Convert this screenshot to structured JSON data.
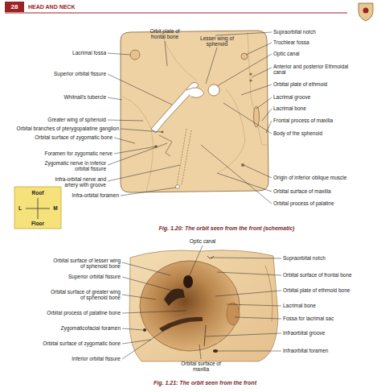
{
  "diagram": {
    "labels": [
      "28",
      "HEAD AND NECK",
      "Lacrimal fossa",
      "Superior orbital fissure",
      "Whitnall's tubercle",
      "Greater wing of sphenoid",
      "Orbital branches of pterygopalatine ganglion",
      "Orbital surface of zygomatic bone",
      "Foramen for zygomatic nerve",
      "Zygomatic nerve in inferior orbital fissure",
      "Infra-orbital nerve and artery with groove",
      "Infra-orbital foramen",
      "Orbit plate of frontal bone",
      "Lesser wing of sphenoid",
      "Supraorbital notch",
      "Trochlear fossa",
      "Optic canal",
      "Anterior and posterior Ethmoidal canal",
      "Orbital plate of ethmoid",
      "Lacrimal groove",
      "Lacrimal bone",
      "Frontal process of maxilla",
      "Body of the sphenoid",
      "Origin of inferior oblique muscle",
      "Orbital surface of maxilla",
      "Orbital process of palatine",
      "Roof",
      "L",
      "M",
      "Floor",
      "Fig. 1.20: The orbit seen from the front (schematic)",
      "Optic canal",
      "Orbital surface of lesser wing of sphenoid bone",
      "Superior orbital fissure",
      "Orbital surface of greater wing of sphenoid bone",
      "Orbital process of palatine bone",
      "Zygomaticofacial foramen",
      "Orbital surface of zygomatic bone",
      "Inferior orbital fissure",
      "Supraorbital notch",
      "Orbital surface of frontal bone",
      "Orbital plate of ethmoid bone",
      "Lacrimal bone",
      "Fossa for lacrimal sac",
      "Infraorbital groove",
      "Infraorbital foramen",
      "Orbital surface of maxilla",
      "Fig. 1.21: The orbit seen from the front"
    ]
  }
}
